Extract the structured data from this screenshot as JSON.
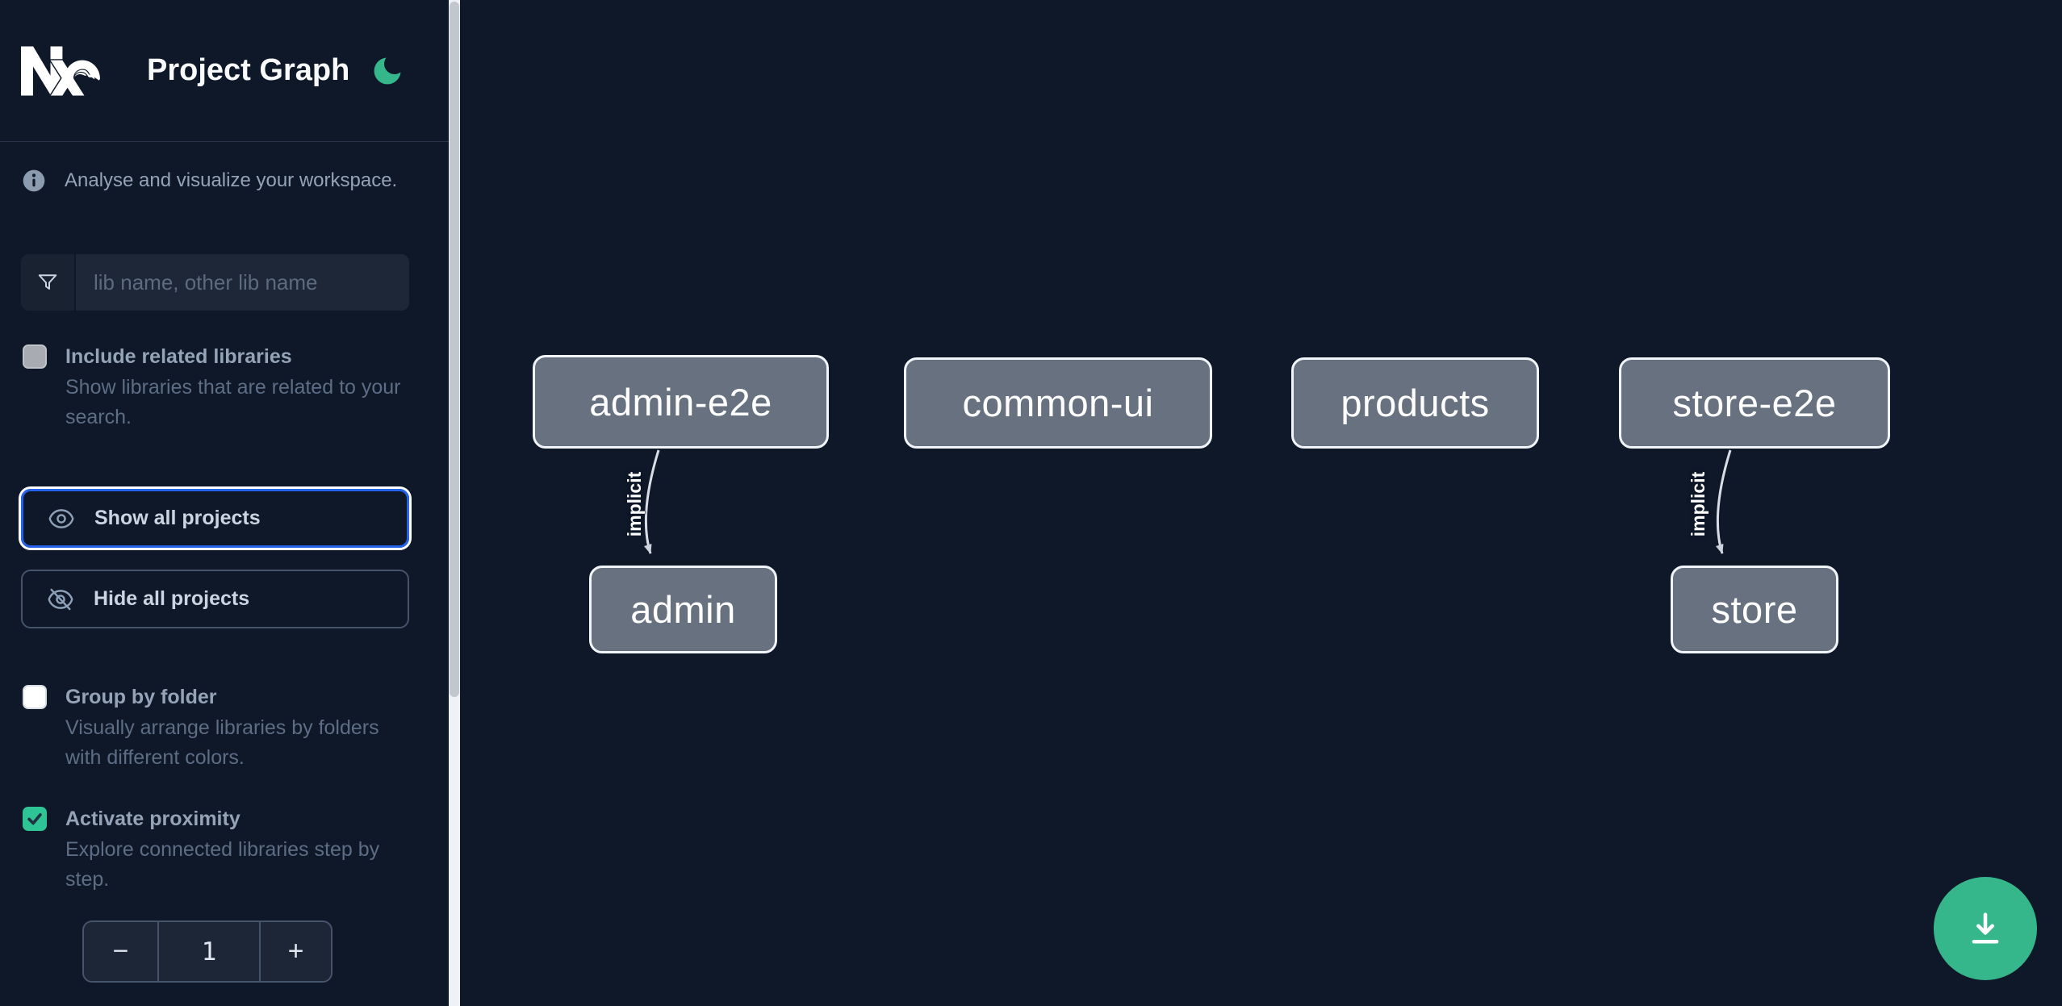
{
  "colors": {
    "background": "#0f1829",
    "accent_green": "#36b68b",
    "checkbox_checked_green": "#2fc494",
    "focus_blue": "#2563eb",
    "node_fill": "#687180",
    "node_border": "#f1f5f9",
    "sidebar_label_text": "#94a3b8",
    "muted_text": "#5d6d85"
  },
  "header": {
    "title": "Project Graph"
  },
  "sidebar": {
    "info_text": "Analyse and visualize your workspace.",
    "search": {
      "placeholder": "lib name, other lib name",
      "value": ""
    },
    "toggles": [
      {
        "label": "Include related libraries",
        "description": "Show libraries that are related to your search.",
        "checked": false
      },
      {
        "label": "Group by folder",
        "description": "Visually arrange libraries by folders with different colors.",
        "checked": false
      },
      {
        "label": "Activate proximity",
        "description": "Explore connected libraries step by step.",
        "checked": true
      }
    ],
    "buttons": [
      {
        "label": "Show all projects",
        "focused": true
      },
      {
        "label": "Hide all projects",
        "focused": false
      }
    ],
    "proximity_stepper": {
      "decrement": "−",
      "value": "1",
      "increment": "+"
    }
  },
  "graph": {
    "nodes": [
      {
        "label": "admin-e2e"
      },
      {
        "label": "common-ui"
      },
      {
        "label": "products"
      },
      {
        "label": "store-e2e"
      },
      {
        "label": "admin"
      },
      {
        "label": "store"
      }
    ],
    "edges": [
      {
        "from": "admin-e2e",
        "to": "admin",
        "label": "implicit"
      },
      {
        "from": "store-e2e",
        "to": "store",
        "label": "implicit"
      }
    ]
  },
  "icons": {
    "logo": "nx-logo",
    "theme": "moon-icon",
    "info": "info-icon",
    "search": "funnel-icon",
    "show": "eye-icon",
    "hide": "eye-slash-icon",
    "checked": "checkmark-icon",
    "fab": "download-icon"
  }
}
